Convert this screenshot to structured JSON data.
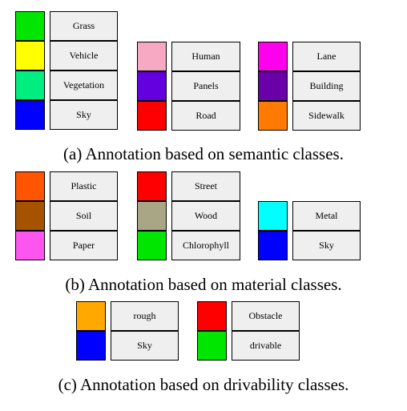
{
  "panels": [
    {
      "caption": "(a) Annotation based on semantic classes.",
      "groups": [
        {
          "items": [
            {
              "label": "Grass",
              "color": "#00e600"
            },
            {
              "label": "Vehicle",
              "color": "#ffff00"
            },
            {
              "label": "Vegetation",
              "color": "#00ee80"
            },
            {
              "label": "Sky",
              "color": "#0000ff"
            }
          ]
        },
        {
          "items": [
            {
              "label": "Human",
              "color": "#f7a9c3"
            },
            {
              "label": "Panels",
              "color": "#6400e0"
            },
            {
              "label": "Road",
              "color": "#ff0000"
            }
          ]
        },
        {
          "items": [
            {
              "label": "Lane",
              "color": "#ff00ee"
            },
            {
              "label": "Building",
              "color": "#6a00a8"
            },
            {
              "label": "Sidewalk",
              "color": "#ff7a00"
            }
          ]
        }
      ]
    },
    {
      "caption": "(b) Annotation based on material classes.",
      "groups": [
        {
          "items": [
            {
              "label": "Plastic",
              "color": "#ff5400"
            },
            {
              "label": "Soil",
              "color": "#a65300"
            },
            {
              "label": "Paper",
              "color": "#ff55f0"
            }
          ]
        },
        {
          "items": [
            {
              "label": "Street",
              "color": "#ff0000"
            },
            {
              "label": "Wood",
              "color": "#a8a685"
            },
            {
              "label": "Chlorophyll",
              "color": "#00e600"
            }
          ]
        },
        {
          "items": [
            {
              "label": "Metal",
              "color": "#00ffff"
            },
            {
              "label": "Sky",
              "color": "#0000ff"
            }
          ]
        }
      ]
    },
    {
      "caption": "(c) Annotation based on drivability classes.",
      "groups": [
        {
          "items": [
            {
              "label": "rough",
              "color": "#ffa800"
            },
            {
              "label": "Sky",
              "color": "#0000ff"
            }
          ]
        },
        {
          "items": [
            {
              "label": "Obstacle",
              "color": "#ff0000"
            },
            {
              "label": "drivable",
              "color": "#00e600"
            }
          ]
        }
      ]
    }
  ]
}
